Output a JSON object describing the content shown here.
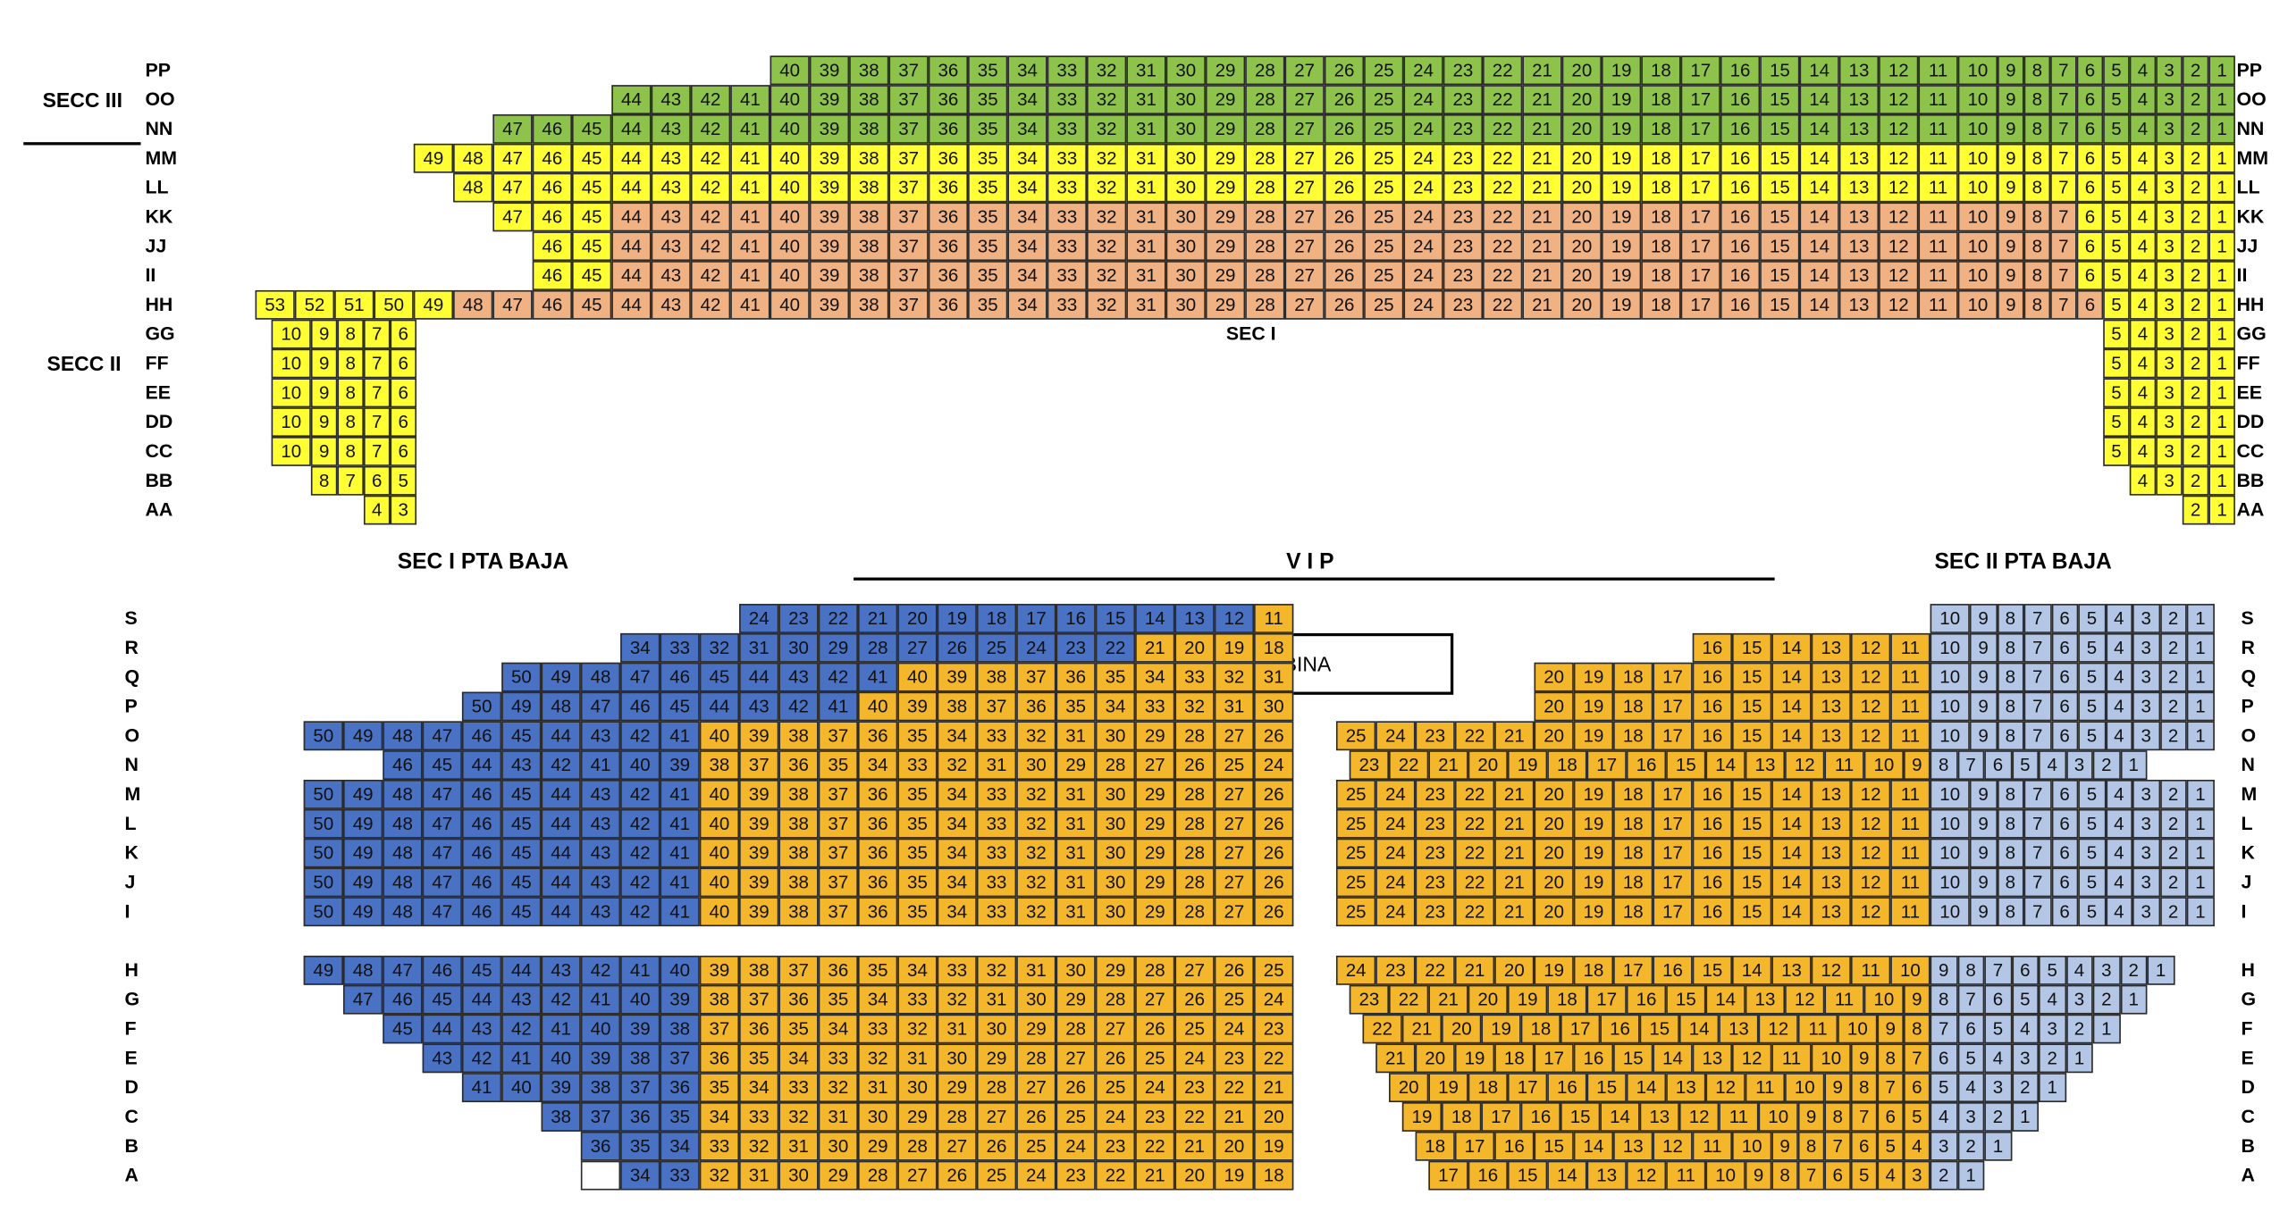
{
  "colors": {
    "green": "#8dc34a",
    "yellow": "#ffff33",
    "salmon": "#f0b183",
    "blue": "#4a72c4",
    "gold": "#f4b62a",
    "lightblue": "#b4c6e6",
    "white": "#ffffff"
  },
  "labels": {
    "secc_iii": "SECC III",
    "secc_ii": "SECC II",
    "sec_i": "SEC I",
    "sec_i_pta_baja": "SEC I PTA BAJA",
    "vip": "V I P",
    "sec_ii_pta_baja": "SEC II PTA BAJA",
    "cabina": "CABINA"
  },
  "balcony": {
    "rows": [
      {
        "name": "PP",
        "blocks": [
          {
            "color": "green",
            "seats": "40-1"
          }
        ]
      },
      {
        "name": "OO",
        "blocks": [
          {
            "color": "green",
            "seats": "44-1"
          }
        ]
      },
      {
        "name": "NN",
        "blocks": [
          {
            "color": "green",
            "seats": "47-1"
          }
        ]
      },
      {
        "name": "MM",
        "blocks": [
          {
            "color": "yellow",
            "seats": "49-1"
          }
        ]
      },
      {
        "name": "LL",
        "blocks": [
          {
            "color": "yellow",
            "seats": "48-1"
          }
        ]
      },
      {
        "name": "KK",
        "blocks": [
          {
            "color": "yellow",
            "seats": "47-45"
          },
          {
            "color": "salmon",
            "seats": "44-7"
          },
          {
            "color": "yellow",
            "seats": "6-1"
          }
        ]
      },
      {
        "name": "JJ",
        "blocks": [
          {
            "color": "yellow",
            "seats": "46-45"
          },
          {
            "color": "salmon",
            "seats": "44-7"
          },
          {
            "color": "yellow",
            "seats": "6-1"
          }
        ]
      },
      {
        "name": "II",
        "blocks": [
          {
            "color": "yellow",
            "seats": "46-45"
          },
          {
            "color": "salmon",
            "seats": "44-7"
          },
          {
            "color": "yellow",
            "seats": "6-1"
          }
        ]
      },
      {
        "name": "HH",
        "blocks": [
          {
            "color": "yellow",
            "seats": "53-49"
          },
          {
            "color": "salmon",
            "seats": "48-6"
          },
          {
            "color": "yellow",
            "seats": "5-1"
          }
        ]
      },
      {
        "name": "GG",
        "left": "10-6",
        "right": "5-1"
      },
      {
        "name": "FF",
        "left": "10-6",
        "right": "5-1"
      },
      {
        "name": "EE",
        "left": "10-6",
        "right": "5-1"
      },
      {
        "name": "DD",
        "left": "10-6",
        "right": "5-1"
      },
      {
        "name": "CC",
        "left": "10-6",
        "right": "5-1"
      },
      {
        "name": "BB",
        "left": "8-5",
        "right": "4-1"
      },
      {
        "name": "AA",
        "left": "4-3",
        "right": "2-1"
      }
    ]
  },
  "orchestra": {
    "rows": [
      {
        "name": "S",
        "left": [
          {
            "color": "blue",
            "seats": "24-12"
          },
          {
            "color": "gold",
            "seats": "11-11"
          }
        ],
        "right": [
          {
            "color": "lightblue",
            "seats": "10-1"
          }
        ]
      },
      {
        "name": "R",
        "left": [
          {
            "color": "blue",
            "seats": "34-22"
          },
          {
            "color": "gold",
            "seats": "21-18"
          }
        ],
        "right": [
          {
            "color": "gold",
            "seats": "16-11"
          },
          {
            "color": "lightblue",
            "seats": "10-1"
          }
        ]
      },
      {
        "name": "Q",
        "left": [
          {
            "color": "blue",
            "seats": "50-41"
          },
          {
            "color": "gold",
            "seats": "40-31"
          }
        ],
        "right": [
          {
            "color": "gold",
            "seats": "20-11"
          },
          {
            "color": "lightblue",
            "seats": "10-1"
          }
        ]
      },
      {
        "name": "P",
        "left": [
          {
            "color": "blue",
            "seats": "50-41"
          },
          {
            "color": "gold",
            "seats": "40-30"
          }
        ],
        "right": [
          {
            "color": "gold",
            "seats": "20-11"
          },
          {
            "color": "lightblue",
            "seats": "10-1"
          }
        ]
      },
      {
        "name": "O",
        "left": [
          {
            "color": "blue",
            "seats": "50-41"
          },
          {
            "color": "gold",
            "seats": "40-26"
          }
        ],
        "right": [
          {
            "color": "gold",
            "seats": "25-11"
          },
          {
            "color": "lightblue",
            "seats": "10-1"
          }
        ]
      },
      {
        "name": "N",
        "left": [
          {
            "color": "blue",
            "seats": "46-39"
          },
          {
            "color": "gold",
            "seats": "38-24"
          }
        ],
        "right": [
          {
            "color": "gold",
            "seats": "23-9"
          },
          {
            "color": "lightblue",
            "seats": "8-1"
          }
        ]
      },
      {
        "name": "M",
        "left": [
          {
            "color": "blue",
            "seats": "50-41"
          },
          {
            "color": "gold",
            "seats": "40-26"
          }
        ],
        "right": [
          {
            "color": "gold",
            "seats": "25-11"
          },
          {
            "color": "lightblue",
            "seats": "10-1"
          }
        ]
      },
      {
        "name": "L",
        "left": [
          {
            "color": "blue",
            "seats": "50-41"
          },
          {
            "color": "gold",
            "seats": "40-26"
          }
        ],
        "right": [
          {
            "color": "gold",
            "seats": "25-11"
          },
          {
            "color": "lightblue",
            "seats": "10-1"
          }
        ]
      },
      {
        "name": "K",
        "left": [
          {
            "color": "blue",
            "seats": "50-41"
          },
          {
            "color": "gold",
            "seats": "40-26"
          }
        ],
        "right": [
          {
            "color": "gold",
            "seats": "25-11"
          },
          {
            "color": "lightblue",
            "seats": "10-1"
          }
        ]
      },
      {
        "name": "J",
        "left": [
          {
            "color": "blue",
            "seats": "50-41"
          },
          {
            "color": "gold",
            "seats": "40-26"
          }
        ],
        "right": [
          {
            "color": "gold",
            "seats": "25-11"
          },
          {
            "color": "lightblue",
            "seats": "10-1"
          }
        ]
      },
      {
        "name": "I",
        "left": [
          {
            "color": "blue",
            "seats": "50-41"
          },
          {
            "color": "gold",
            "seats": "40-26"
          }
        ],
        "right": [
          {
            "color": "gold",
            "seats": "25-11"
          },
          {
            "color": "lightblue",
            "seats": "10-1"
          }
        ]
      },
      {
        "name": "H",
        "left": [
          {
            "color": "blue",
            "seats": "49-40"
          },
          {
            "color": "gold",
            "seats": "39-25"
          }
        ],
        "right": [
          {
            "color": "gold",
            "seats": "24-10"
          },
          {
            "color": "lightblue",
            "seats": "9-1"
          }
        ]
      },
      {
        "name": "G",
        "left": [
          {
            "color": "blue",
            "seats": "47-39"
          },
          {
            "color": "gold",
            "seats": "38-24"
          }
        ],
        "right": [
          {
            "color": "gold",
            "seats": "23-9"
          },
          {
            "color": "lightblue",
            "seats": "8-1"
          }
        ]
      },
      {
        "name": "F",
        "left": [
          {
            "color": "blue",
            "seats": "45-38"
          },
          {
            "color": "gold",
            "seats": "37-23"
          }
        ],
        "right": [
          {
            "color": "gold",
            "seats": "22-8"
          },
          {
            "color": "lightblue",
            "seats": "7-1"
          }
        ]
      },
      {
        "name": "E",
        "left": [
          {
            "color": "blue",
            "seats": "43-37"
          },
          {
            "color": "gold",
            "seats": "36-22"
          }
        ],
        "right": [
          {
            "color": "gold",
            "seats": "21-7"
          },
          {
            "color": "lightblue",
            "seats": "6-1"
          }
        ]
      },
      {
        "name": "D",
        "left": [
          {
            "color": "blue",
            "seats": "41-36"
          },
          {
            "color": "gold",
            "seats": "35-21"
          }
        ],
        "right": [
          {
            "color": "gold",
            "seats": "20-6"
          },
          {
            "color": "lightblue",
            "seats": "5-1"
          }
        ]
      },
      {
        "name": "C",
        "left": [
          {
            "color": "blue",
            "seats": "38-35"
          },
          {
            "color": "gold",
            "seats": "34-20"
          }
        ],
        "right": [
          {
            "color": "gold",
            "seats": "19-5"
          },
          {
            "color": "lightblue",
            "seats": "4-1"
          }
        ]
      },
      {
        "name": "B",
        "left": [
          {
            "color": "blue",
            "seats": "36-34"
          },
          {
            "color": "gold",
            "seats": "33-19"
          }
        ],
        "right": [
          {
            "color": "gold",
            "seats": "18-4"
          },
          {
            "color": "lightblue",
            "seats": "3-1"
          }
        ]
      },
      {
        "name": "A",
        "left": [
          {
            "color": "white",
            "seats": ""
          },
          {
            "color": "blue",
            "seats": "34-33"
          },
          {
            "color": "gold",
            "seats": "32-18"
          }
        ],
        "right": [
          {
            "color": "gold",
            "seats": "17-3"
          },
          {
            "color": "lightblue",
            "seats": "2-1"
          }
        ]
      }
    ]
  }
}
